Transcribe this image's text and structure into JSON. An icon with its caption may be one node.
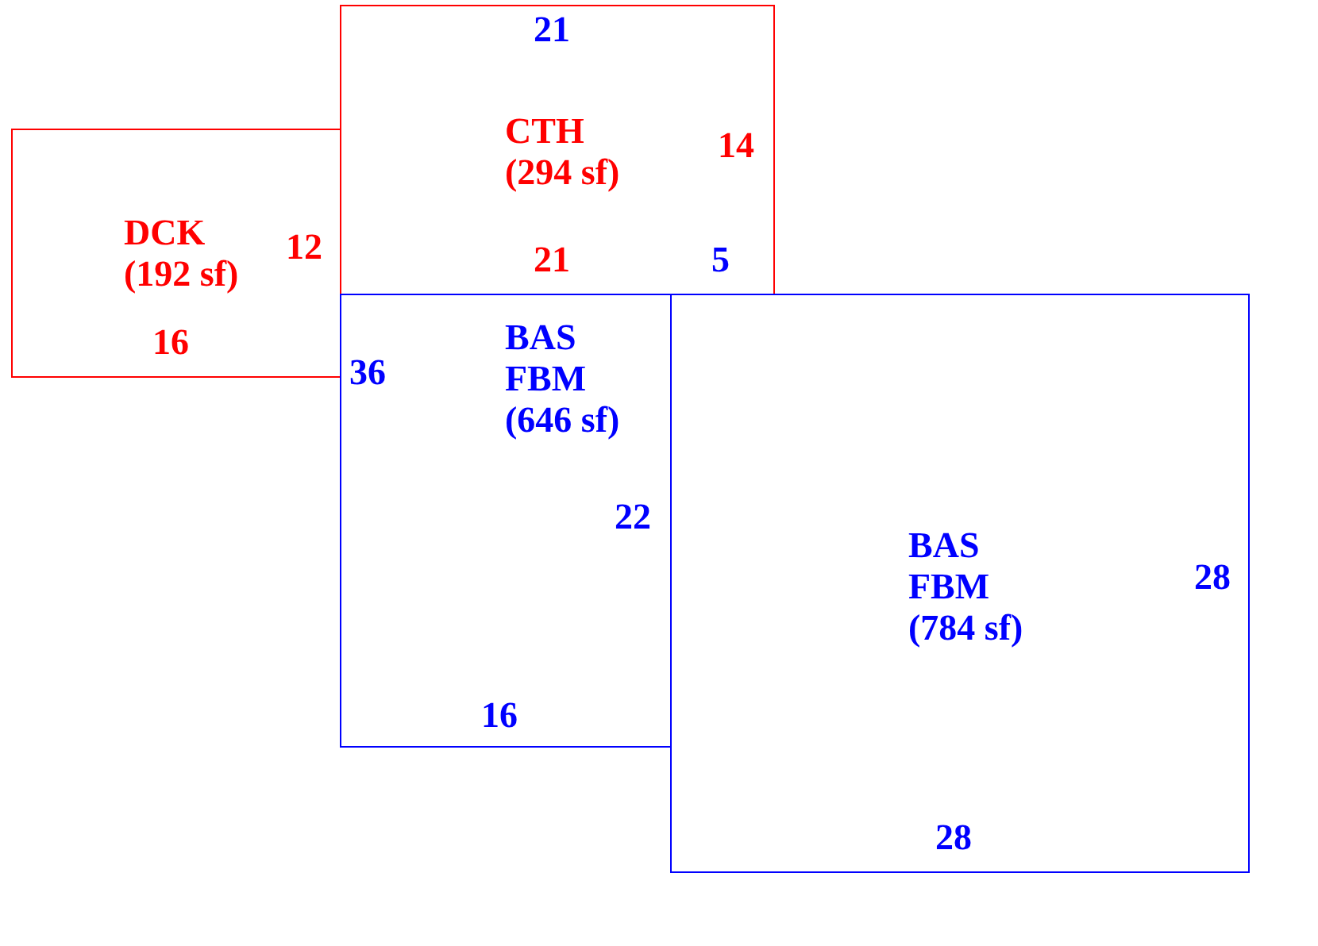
{
  "diagram": {
    "nodes": [
      {
        "text": [
          "DCK",
          "(192 sf)"
        ]
      },
      {
        "text": [
          "CTH",
          "(294 sf)"
        ]
      },
      {
        "text": [
          "BAS",
          "FBM",
          "(646 sf)"
        ]
      },
      {
        "text": [
          "BAS",
          "FBM",
          "(784 sf)"
        ]
      }
    ],
    "labels": [
      "21",
      "14",
      "12",
      "21",
      "5",
      "16",
      "36",
      "22",
      "28",
      "16",
      "28"
    ]
  }
}
